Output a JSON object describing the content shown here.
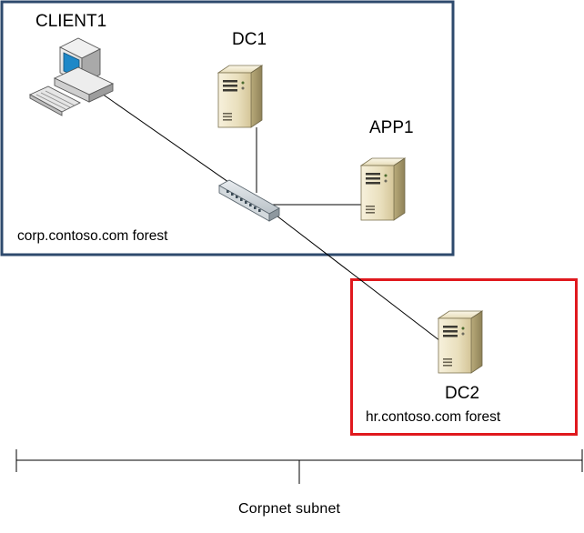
{
  "nodes": {
    "client1": {
      "label": "CLIENT1",
      "icon": "desktop-computer-icon"
    },
    "dc1": {
      "label": "DC1",
      "icon": "server-icon"
    },
    "app1": {
      "label": "APP1",
      "icon": "server-icon"
    },
    "dc2": {
      "label": "DC2",
      "icon": "server-icon"
    },
    "switch": {
      "icon": "network-switch-icon"
    }
  },
  "forests": {
    "corp": {
      "label": "corp.contoso.com forest",
      "border_color": "#2e4a6d"
    },
    "hr": {
      "label": "hr.contoso.com forest",
      "border_color": "#e0191e"
    }
  },
  "subnet": {
    "label": "Corpnet subnet"
  }
}
